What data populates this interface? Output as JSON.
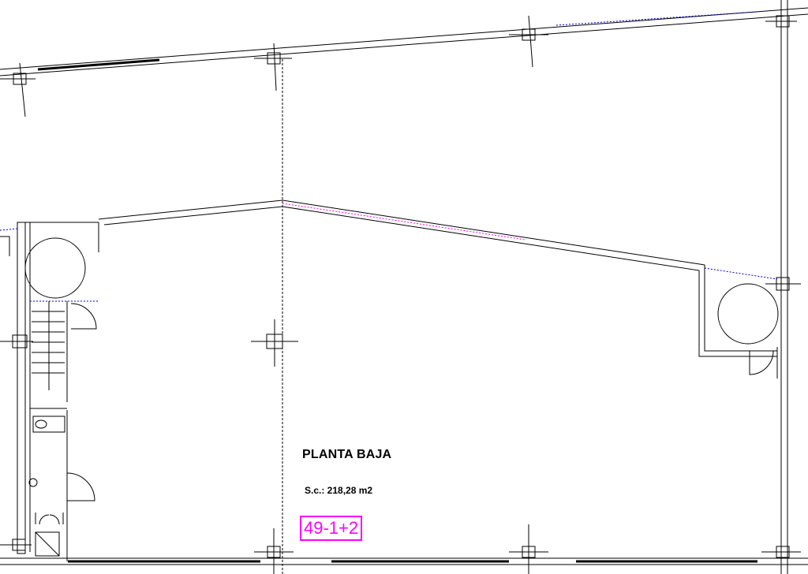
{
  "plan": {
    "title": "PLANTA BAJA",
    "surface": "S.c.: 218,28 m2",
    "unit_code": "49-1+2"
  },
  "colors": {
    "line": "#000000",
    "accent": "#ff00ff",
    "window": "#0000cc"
  }
}
